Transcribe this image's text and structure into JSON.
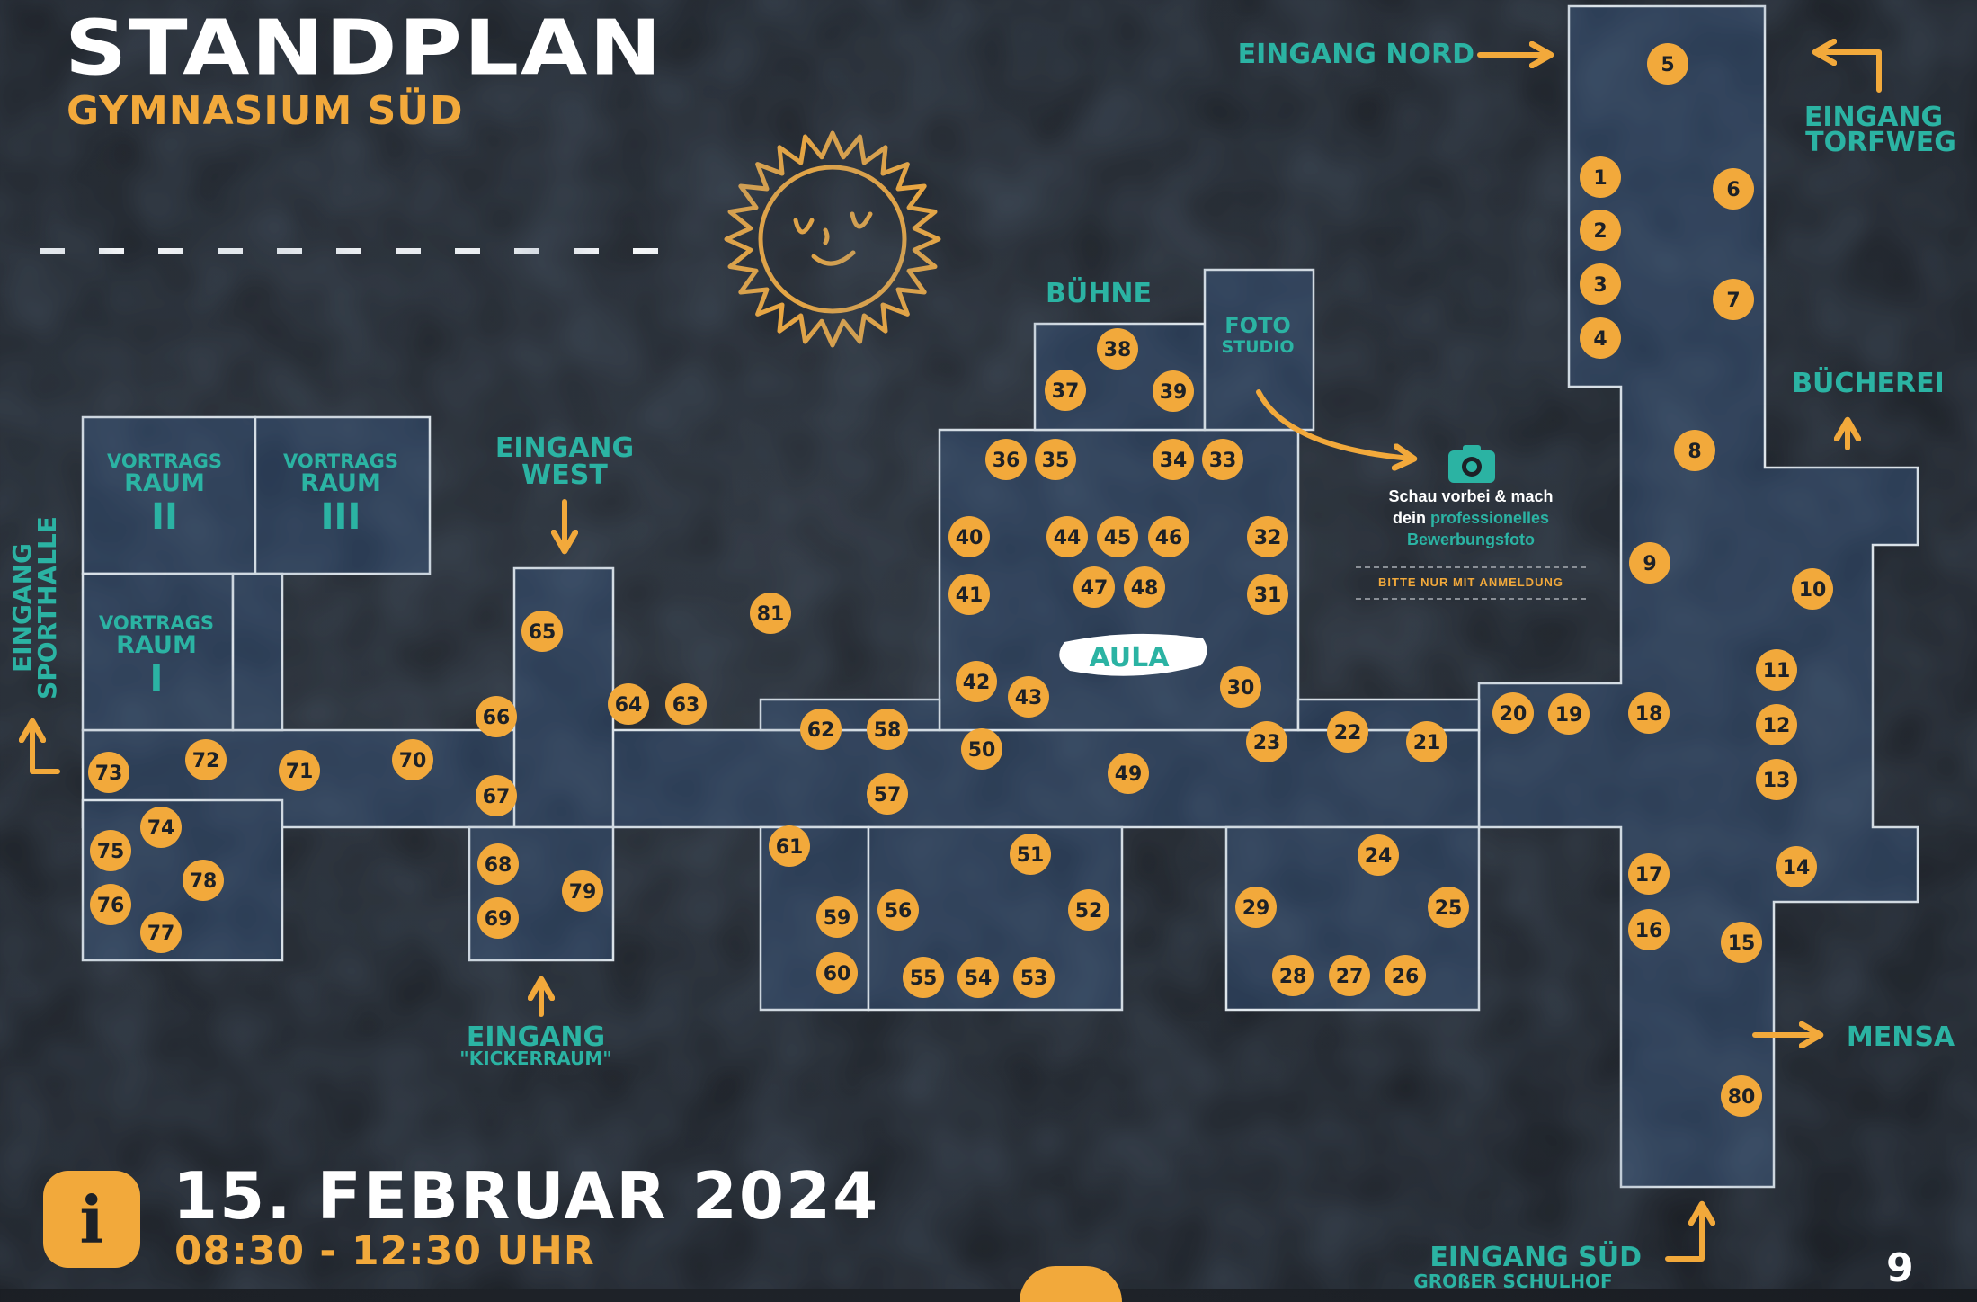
{
  "header": {
    "title": "STANDPLAN",
    "subtitle": "GYMNASIUM SÜD"
  },
  "event": {
    "date": "15. FEBRUAR 2024",
    "time": "08:30 - 12:30 UHR",
    "info_icon": "info-icon"
  },
  "page_number": "9",
  "colors": {
    "background": "#1d2127",
    "room_fill": "#253851",
    "room_stroke": "#e8eef2",
    "accent_orange": "#f2a93b",
    "accent_teal": "#2bb3a3",
    "text_dark": "#1d2127"
  },
  "rooms": {
    "vortrag1": [
      "VORTRAGS",
      "RAUM",
      "I"
    ],
    "vortrag2": [
      "VORTRAGS",
      "RAUM",
      "II"
    ],
    "vortrag3": [
      "VORTRAGS",
      "RAUM",
      "III"
    ],
    "buehne": "BÜHNE",
    "foto": [
      "FOTO",
      "STUDIO"
    ],
    "aula": "AULA"
  },
  "entrances": {
    "nord": [
      "EINGANG ",
      "NORD"
    ],
    "torfweg": [
      "EINGANG",
      "TORFWEG"
    ],
    "buecherei": "BÜCHEREI",
    "west": [
      "EINGANG",
      "WEST"
    ],
    "sporthalle": [
      "EINGANG",
      "SPORTHALLE"
    ],
    "kickerraum": [
      "EINGANG",
      "\"KICKERRAUM\""
    ],
    "mensa": "MENSA",
    "sued": [
      "EINGANG ",
      "SÜD"
    ],
    "sued_sub": "GROßER SCHULHOF"
  },
  "photo_hint": {
    "icon": "camera-icon",
    "line1": "Schau vorbei & mach",
    "line2_prefix": "dein ",
    "line2_accent": "professionelles",
    "line3": "Bewerbungsfoto",
    "note": "BITTE NUR MIT ANMELDUNG"
  },
  "stands": [
    "1",
    "2",
    "3",
    "4",
    "5",
    "6",
    "7",
    "8",
    "9",
    "10",
    "11",
    "12",
    "13",
    "14",
    "15",
    "16",
    "17",
    "18",
    "19",
    "20",
    "21",
    "22",
    "23",
    "24",
    "25",
    "26",
    "27",
    "28",
    "29",
    "30",
    "31",
    "32",
    "33",
    "34",
    "35",
    "36",
    "37",
    "38",
    "39",
    "40",
    "41",
    "42",
    "43",
    "44",
    "45",
    "46",
    "47",
    "48",
    "49",
    "50",
    "51",
    "52",
    "53",
    "54",
    "55",
    "56",
    "57",
    "58",
    "59",
    "60",
    "61",
    "62",
    "63",
    "64",
    "65",
    "66",
    "67",
    "68",
    "69",
    "70",
    "71",
    "72",
    "73",
    "74",
    "75",
    "76",
    "77",
    "78",
    "79",
    "80",
    "81"
  ]
}
